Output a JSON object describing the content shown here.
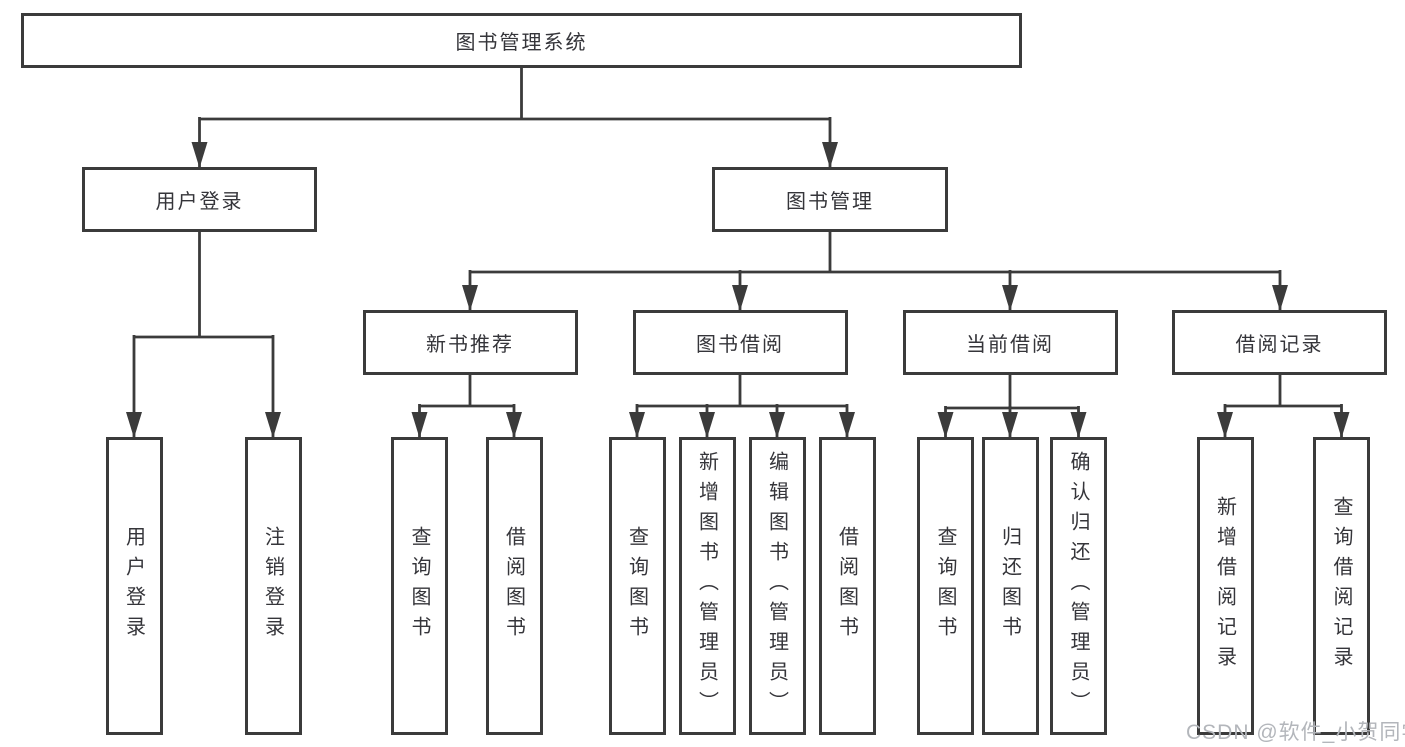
{
  "nodes": {
    "root": {
      "label": "图书管理系统"
    },
    "l2": [
      {
        "label": "用户登录"
      },
      {
        "label": "图书管理"
      }
    ],
    "l3": [
      {
        "label": "新书推荐"
      },
      {
        "label": "图书借阅"
      },
      {
        "label": "当前借阅"
      },
      {
        "label": "借阅记录"
      }
    ],
    "leaf": [
      {
        "label": "用户登录"
      },
      {
        "label": "注销登录"
      },
      {
        "label": "查询图书"
      },
      {
        "label": "借阅图书"
      },
      {
        "label": "查询图书"
      },
      {
        "label": "新增图书（管理员）"
      },
      {
        "label": "编辑图书（管理员）"
      },
      {
        "label": "借阅图书"
      },
      {
        "label": "查询图书"
      },
      {
        "label": "归还图书"
      },
      {
        "label": "确认归还（管理员）"
      },
      {
        "label": "新增借阅记录"
      },
      {
        "label": "查询借阅记录"
      }
    ]
  },
  "watermark": {
    "text": "CSDN @软件_小贺同学"
  },
  "colors": {
    "line": "#3b3b3b",
    "text": "#35353a",
    "watermark": "#b3b6bb",
    "background": "#ffffff"
  }
}
